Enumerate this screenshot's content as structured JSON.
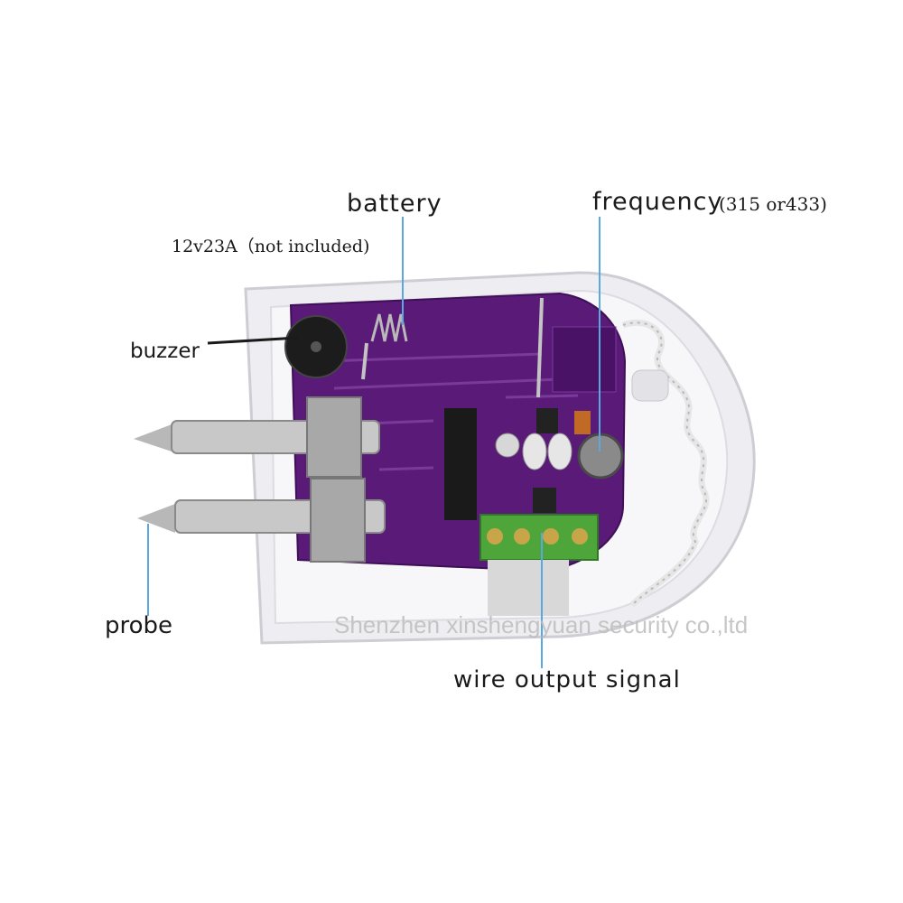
{
  "labels": {
    "battery": "battery",
    "battery_spec": "12v23A（not included)",
    "frequency": "frequency",
    "frequency_spec": "(315 or433)",
    "buzzer": "buzzer",
    "probe": "probe",
    "wire_output": "wire output signal"
  },
  "watermark": "Shenzhen xinshengyuan security co.,ltd",
  "colors": {
    "pcb": "#5a1a78",
    "housing": "#f3f2f5",
    "leader_line": "#5aa8e0",
    "terminal": "#4ea63a"
  }
}
